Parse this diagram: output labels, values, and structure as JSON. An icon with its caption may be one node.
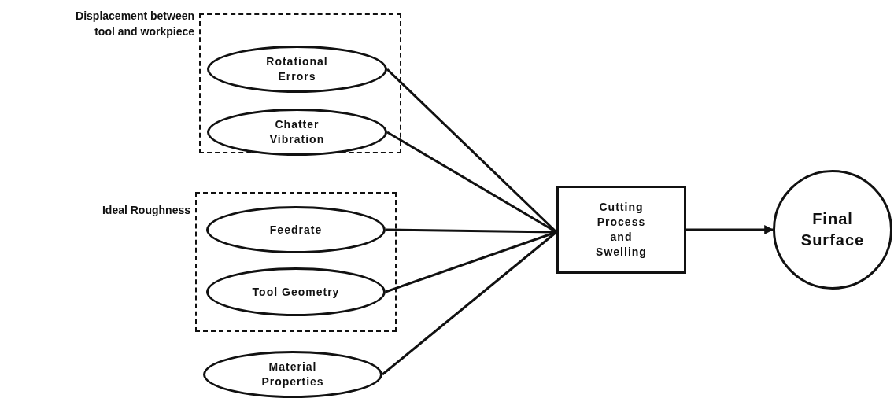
{
  "diagram": {
    "nodes": [
      {
        "text": [
          "Displacement between tool and workpiece"
        ]
      },
      {
        "text": [
          "Rotational Errors"
        ],
        "in": 0
      },
      {
        "text": [
          "Chatter Vibration"
        ],
        "in": 0
      },
      {
        "text": [
          "Ideal Roughness"
        ]
      },
      {
        "text": [
          "Feedrate"
        ],
        "in": 3
      },
      {
        "text": [
          "Tool Geometry"
        ],
        "in": 3
      },
      {
        "text": [
          "Material Properties"
        ]
      },
      {
        "text": [
          "Cutting Process and Swelling"
        ]
      },
      {
        "text": [
          "Final Surface"
        ]
      }
    ],
    "edges": [
      {
        "from": 1,
        "to": 7,
        "arrow": "none"
      },
      {
        "from": 2,
        "to": 7,
        "arrow": "none"
      },
      {
        "from": 4,
        "to": 7,
        "arrow": "none"
      },
      {
        "from": 5,
        "to": 7,
        "arrow": "none"
      },
      {
        "from": 6,
        "to": 7,
        "arrow": "none"
      },
      {
        "from": 7,
        "to": 8,
        "arrow": "to"
      }
    ]
  }
}
